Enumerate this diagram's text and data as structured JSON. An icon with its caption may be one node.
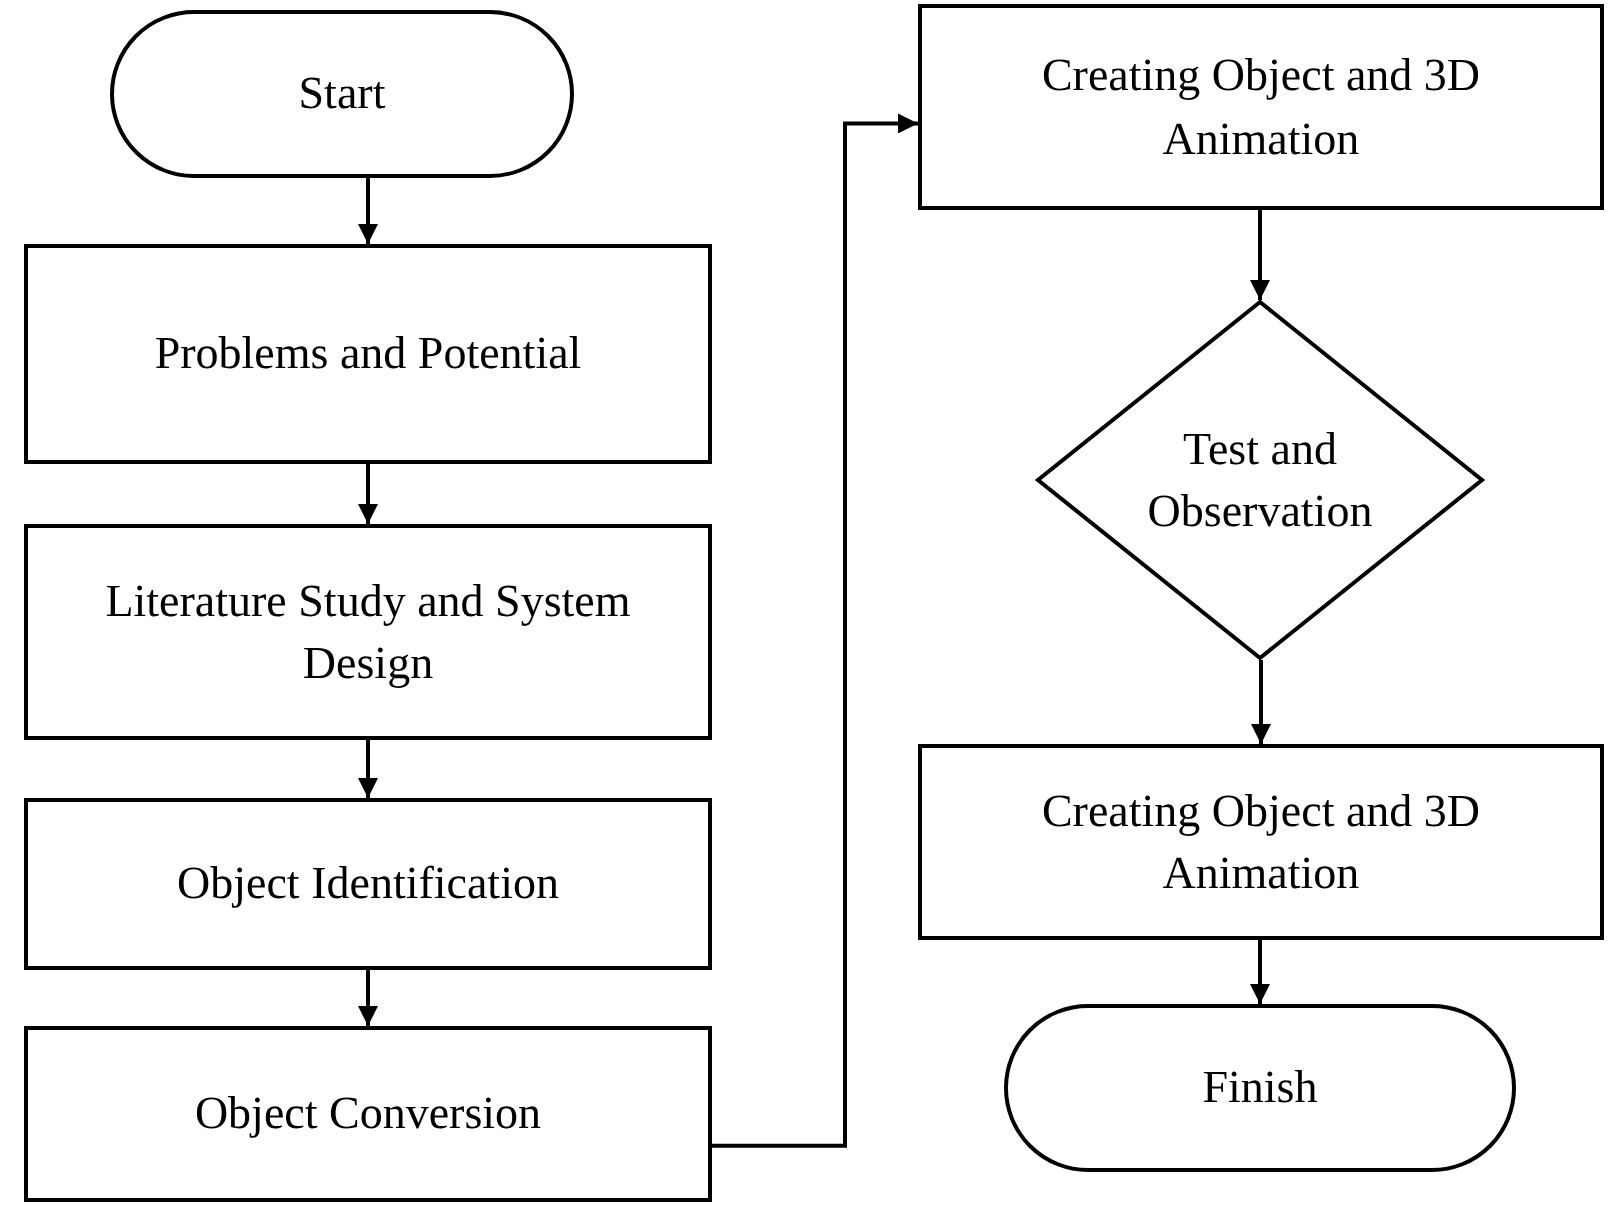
{
  "diagram": {
    "nodes": [
      {
        "text": [
          "Start"
        ]
      },
      {
        "text": [
          "Problems and Potential"
        ]
      },
      {
        "text": [
          "Literature Study and System Design"
        ]
      },
      {
        "text": [
          "Object Identification"
        ]
      },
      {
        "text": [
          "Object Conversion"
        ]
      },
      {
        "text": [
          "Creating Object and 3D Animation"
        ]
      },
      {
        "text": [
          "Test and Observation"
        ]
      },
      {
        "text": [
          "Creating Object and 3D Animation"
        ]
      },
      {
        "text": [
          "Finish"
        ]
      }
    ],
    "edges": [
      {
        "from": 0,
        "to": 1,
        "arrow": "to"
      },
      {
        "from": 1,
        "to": 2,
        "arrow": "to"
      },
      {
        "from": 2,
        "to": 3,
        "arrow": "to"
      },
      {
        "from": 3,
        "to": 4,
        "arrow": "to"
      },
      {
        "from": 4,
        "to": 5,
        "arrow": "to"
      },
      {
        "from": 5,
        "to": 6,
        "arrow": "to"
      },
      {
        "from": 6,
        "to": 7,
        "arrow": "to"
      },
      {
        "from": 7,
        "to": 8,
        "arrow": "to"
      }
    ]
  }
}
